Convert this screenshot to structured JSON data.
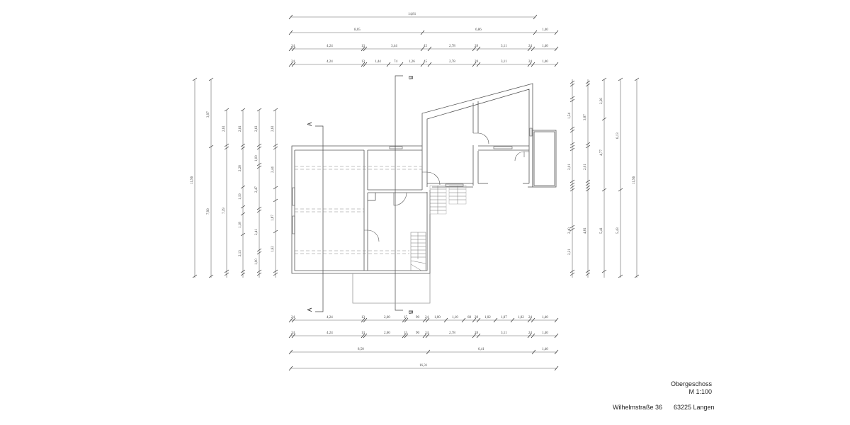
{
  "title_block": {
    "floor_name": "Obergeschoss",
    "scale": "M 1:100",
    "street": "Wilhelmstraße 36",
    "city": "63225 Langen"
  },
  "section_markers": {
    "a_top": "A",
    "a_bottom": "A",
    "b_top": "B",
    "b_bottom": "B"
  },
  "dimensions": {
    "top": {
      "overall": "14,81",
      "row2": [
        "8,05",
        "6,86",
        "1,40"
      ],
      "row3": [
        "24",
        "4,24",
        "13",
        "3,44",
        "45",
        "2,78",
        "28",
        "3,11",
        "24",
        "1,40"
      ],
      "row4": [
        "24",
        "4,24",
        "13",
        "1,44",
        "74",
        "1,26",
        "45",
        "2,78",
        "28",
        "3,11",
        "24",
        "1,40"
      ]
    },
    "bottom": {
      "row1": [
        "24",
        "4,24",
        "13",
        "2,60",
        "15",
        "90",
        "24",
        "1,00",
        "1,10",
        "68",
        "28",
        "1,02",
        "1,07",
        "1,02",
        "24",
        "1,40"
      ],
      "row2": [
        "24",
        "4,24",
        "13",
        "2,60",
        "15",
        "90",
        "24",
        "2,78",
        "28",
        "3,11",
        "24",
        "1,40"
      ],
      "row3": [
        "8,50",
        "6,41",
        "1,40"
      ],
      "overall": "16,31"
    },
    "left": {
      "overall": "11,96",
      "col2": [
        "3,97",
        "7,99"
      ],
      "col3": [
        "2,61",
        "7,39"
      ],
      "col4": [
        "2,61",
        "2,28",
        "1,19",
        "1,18",
        "2,13"
      ],
      "col5": [
        "2,61",
        "1,00",
        "2,47",
        "2,41",
        "1,00"
      ],
      "col6": [
        "2,61",
        "2,44",
        "1,87",
        "1,62"
      ]
    },
    "right": {
      "col1": [
        "1,54",
        "2,01",
        "2,40",
        "2,21"
      ],
      "col2": [
        "3,87",
        "2,01",
        "4,81"
      ],
      "col3": [
        "2,26",
        "4,77",
        "5,41"
      ],
      "col4": [
        "6,13",
        "5,43"
      ],
      "overall": "11,96"
    }
  },
  "colors": {
    "line": "#555555",
    "text": "#222222",
    "background": "#ffffff"
  }
}
